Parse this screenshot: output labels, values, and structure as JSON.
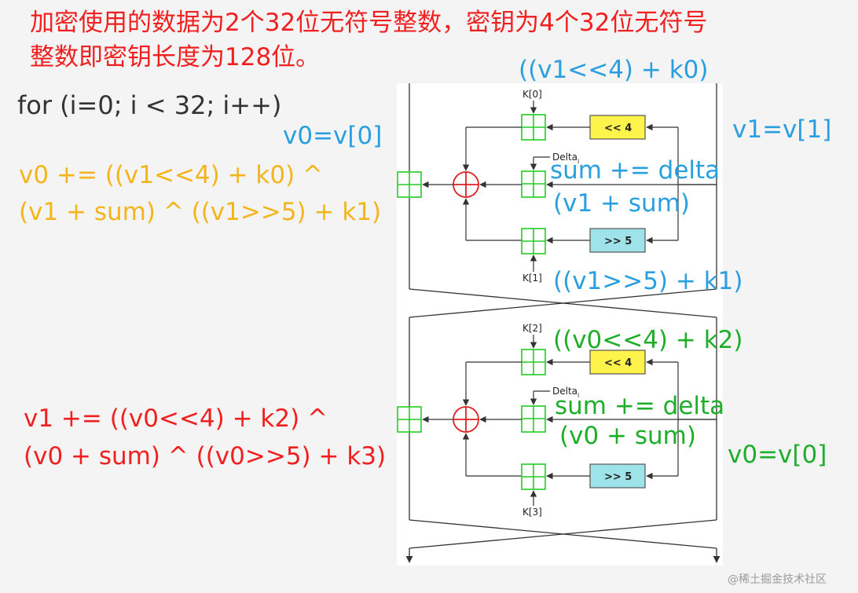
{
  "description": {
    "line1": "加密使用的数据为2个32位无符号整数，密钥为4个32位无符号",
    "line2": "整数即密钥长度为128位。"
  },
  "loop": "for (i=0; i < 32; i++)",
  "round1": {
    "top_label": "((v1<<4) + k0)",
    "v0_label": "v0=v[0]",
    "v1_label": "v1=v[1]",
    "formula_line1": "v0 += ((v1<<4) + k0) ^",
    "formula_line2": "(v1 + sum) ^ ((v1>>5) + k1)",
    "sum_label": "sum += delta",
    "sum_expr": "(v1 + sum)",
    "shift_right_label": "((v1>>5) + k1)"
  },
  "round2": {
    "shift_left_label": "((v0<<4) + k2)",
    "formula_line1": "v1 += ((v0<<4) + k2) ^",
    "formula_line2": "(v0 + sum) ^ ((v0>>5) + k3)",
    "sum_label": "sum += delta",
    "sum_expr": "(v0 + sum)",
    "v0_label": "v0=v[0]"
  },
  "diagram": {
    "k0": "K[0]",
    "k1": "K[1]",
    "k2": "K[2]",
    "k3": "K[3]",
    "delta": "Delta",
    "delta_sub": "i",
    "shl": "<< 4",
    "shr": ">> 5"
  },
  "watermark": "@稀土掘金技术社区",
  "colors": {
    "red": "#f02020",
    "blue": "#2a9fe0",
    "orange": "#f4b51c",
    "green": "#1fae2a",
    "adder": "#22cc22",
    "xor": "#e02020",
    "shl_box": "#fdf34a",
    "shr_box": "#9fe3ea"
  }
}
